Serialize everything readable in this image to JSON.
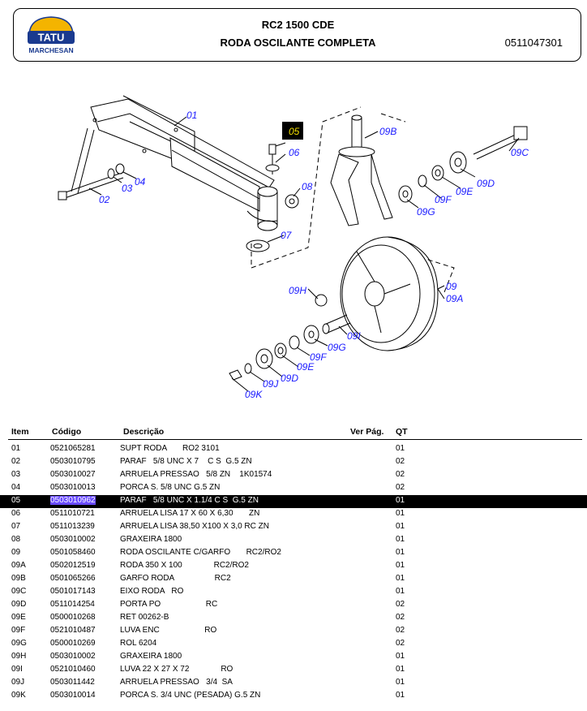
{
  "header": {
    "logo_top": "TATU",
    "logo_bottom": "MARCHESAN",
    "title": "RC2 1500 CDE",
    "subtitle": "RODA OSCILANTE COMPLETA",
    "doc_number": "0511047301"
  },
  "diagram": {
    "callouts": [
      "01",
      "02",
      "03",
      "04",
      "05",
      "06",
      "07",
      "08",
      "09",
      "09A",
      "09B",
      "09C",
      "09D",
      "09E",
      "09F",
      "09G",
      "09H",
      "09I",
      "09E",
      "09F",
      "09G",
      "09D",
      "09J",
      "09K"
    ]
  },
  "table": {
    "headers": {
      "item": "Item",
      "code": "Código",
      "desc": "Descrição",
      "page": "Ver Pág.",
      "qt": "QT"
    },
    "rows": [
      {
        "item": "01",
        "code": "0521065281",
        "desc": "SUPT RODA       RO2 3101",
        "qt": "01"
      },
      {
        "item": "02",
        "code": "0503010795",
        "desc": "PARAF   5/8 UNC X 7    C S  G.5 ZN",
        "qt": "02"
      },
      {
        "item": "03",
        "code": "0503010027",
        "desc": "ARRUELA PRESSAO   5/8 ZN    1K01574",
        "qt": "02"
      },
      {
        "item": "04",
        "code": "0503010013",
        "desc": "PORCA S. 5/8 UNC G.5 ZN",
        "qt": "02"
      },
      {
        "item": "05",
        "code": "0503010962",
        "desc": "PARAF   5/8 UNC X 1.1/4 C S  G.5 ZN",
        "qt": "01",
        "selected": true
      },
      {
        "item": "06",
        "code": "0511010721",
        "desc": "ARRUELA LISA 17 X 60 X 6,30       ZN",
        "qt": "01"
      },
      {
        "item": "07",
        "code": "0511013239",
        "desc": "ARRUELA LISA 38,50 X100 X 3,0 RC ZN",
        "qt": "01"
      },
      {
        "item": "08",
        "code": "0503010002",
        "desc": "GRAXEIRA 1800",
        "qt": "01"
      },
      {
        "item": "09",
        "code": "0501058460",
        "desc": "RODA OSCILANTE C/GARFO       RC2/RO2",
        "qt": "01"
      },
      {
        "item": "09A",
        "code": "0502012519",
        "desc": "RODA 350 X 100              RC2/RO2",
        "qt": "01"
      },
      {
        "item": "09B",
        "code": "0501065266",
        "desc": "GARFO RODA                  RC2",
        "qt": "01"
      },
      {
        "item": "09C",
        "code": "0501017143",
        "desc": "EIXO RODA   RO",
        "qt": "01"
      },
      {
        "item": "09D",
        "code": "0511014254",
        "desc": "PORTA PO                    RC",
        "qt": "02"
      },
      {
        "item": "09E",
        "code": "0500010268",
        "desc": "RET 00262-B",
        "qt": "02"
      },
      {
        "item": "09F",
        "code": "0521010487",
        "desc": "LUVA ENC                    RO",
        "qt": "02"
      },
      {
        "item": "09G",
        "code": "0500010269",
        "desc": "ROL 6204",
        "qt": "02"
      },
      {
        "item": "09H",
        "code": "0503010002",
        "desc": "GRAXEIRA 1800",
        "qt": "01"
      },
      {
        "item": "09I",
        "code": "0521010460",
        "desc": "LUVA 22 X 27 X 72              RO",
        "qt": "01"
      },
      {
        "item": "09J",
        "code": "0503011442",
        "desc": "ARRUELA PRESSAO   3/4  SA",
        "qt": "01"
      },
      {
        "item": "09K",
        "code": "0503010014",
        "desc": "PORCA S. 3/4 UNC (PESADA) G.5 ZN",
        "qt": "01"
      }
    ]
  },
  "colors": {
    "callout": "#1a1aff",
    "selected_code_bg": "#6a4cff",
    "logo_blue": "#1a3a8f",
    "logo_yellow": "#f4b400"
  }
}
